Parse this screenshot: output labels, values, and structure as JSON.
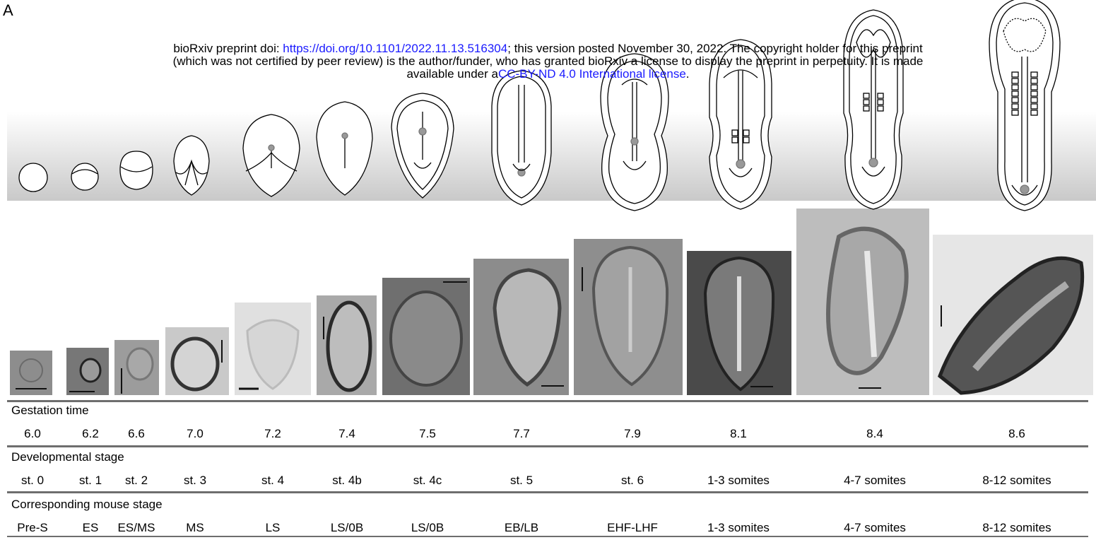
{
  "panel_label": "A",
  "preprint": {
    "prefix": "bioRxiv preprint doi: ",
    "doi_link": "https://doi.org/10.1101/2022.11.13.516304",
    "line1_rest": "; this version posted November 30, 2022. The copyright holder for this preprint",
    "line2": "(which was not certified by peer review) is the author/funder, who has granted bioRxiv a license to display the preprint in perpetuity. It is made",
    "line3_prefix": "available under a",
    "license_link": "CC-BY-ND 4.0 International license",
    "line3_suffix": "."
  },
  "table": {
    "gestation": {
      "title": "Gestation time",
      "values": [
        "6.0",
        "6.2",
        "6.6",
        "7.0",
        "7.2",
        "7.4",
        "7.5",
        "7.7",
        "7.9",
        "8.1",
        "8.4",
        "8.6"
      ]
    },
    "stage": {
      "title": "Developmental stage",
      "values": [
        "st. 0",
        "st. 1",
        "st. 2",
        "st. 3",
        "st. 4",
        "st. 4b",
        "st. 4c",
        "st. 5",
        "st. 6",
        "1-3 somites",
        "4-7 somites",
        "8-12 somites"
      ]
    },
    "mouse": {
      "title": "Corresponding mouse stage",
      "values": [
        "Pre-S",
        "ES",
        "ES/MS",
        "MS",
        "LS",
        "LS/0B",
        "LS/0B",
        "EB/LB",
        "EHF-LHF",
        "1-3 somites",
        "4-7 somites",
        "8-12 somites"
      ]
    }
  }
}
